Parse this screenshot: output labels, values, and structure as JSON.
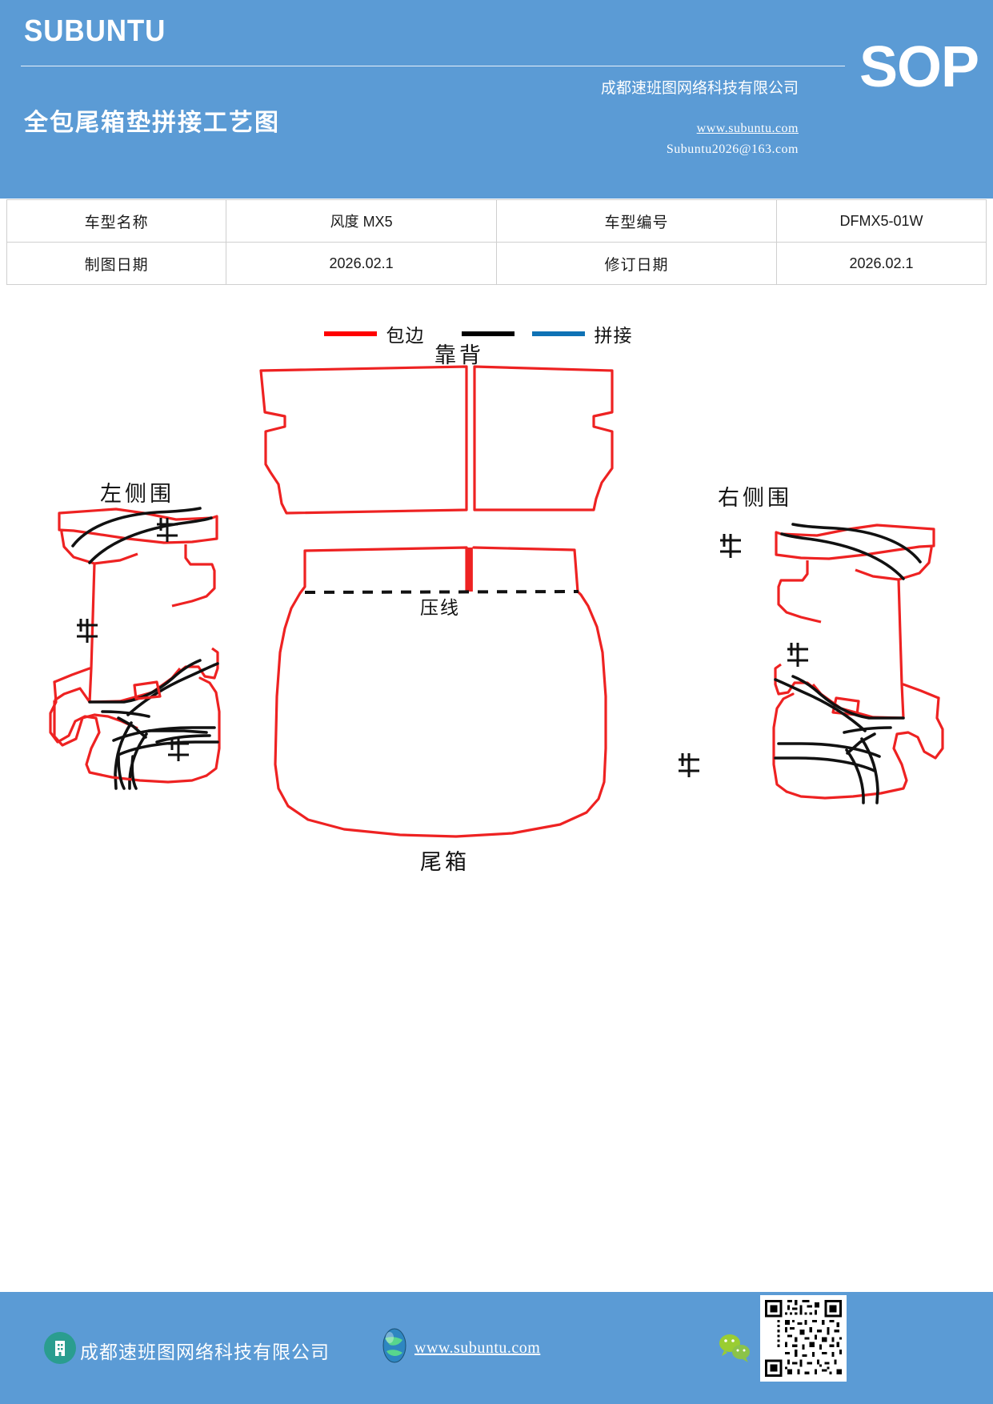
{
  "header": {
    "brand": "SUBUNTU",
    "doc_title": "全包尾箱垫拼接工艺图",
    "company": "成都速班图网络科技有限公司",
    "url": "www.subuntu.com",
    "email": "Subuntu2026@163.com",
    "badge": "SOP",
    "bg_color": "#5B9BD5"
  },
  "info_table": {
    "rows": [
      {
        "label1": "车型名称",
        "value1": "风度 MX5",
        "label2": "车型编号",
        "value2": "DFMX5-01W"
      },
      {
        "label1": "制图日期",
        "value1": "2026.02.1",
        "label2": "修订日期",
        "value2": "2026.02.1"
      }
    ]
  },
  "legend": {
    "items": [
      {
        "color": "#ff0000",
        "label": "包边"
      },
      {
        "color": "#000000",
        "label": ""
      },
      {
        "color": "#0f72b5",
        "label": "拼接"
      }
    ],
    "edge_label": "包边",
    "splice_label": "拼接"
  },
  "diagram": {
    "labels": {
      "backrest": "靠背",
      "left_side": "左侧围",
      "right_side": "右侧围",
      "trunk": "尾箱",
      "press_line": "压线",
      "stop_mark": "止"
    },
    "colors": {
      "edge_binding": "#ee2222",
      "splice_black": "#111111",
      "splice_blue": "#0f72b5"
    }
  },
  "footer": {
    "company": "成都速班图网络科技有限公司",
    "url": "www.subuntu.com",
    "bg_color": "#5B9BD5"
  }
}
